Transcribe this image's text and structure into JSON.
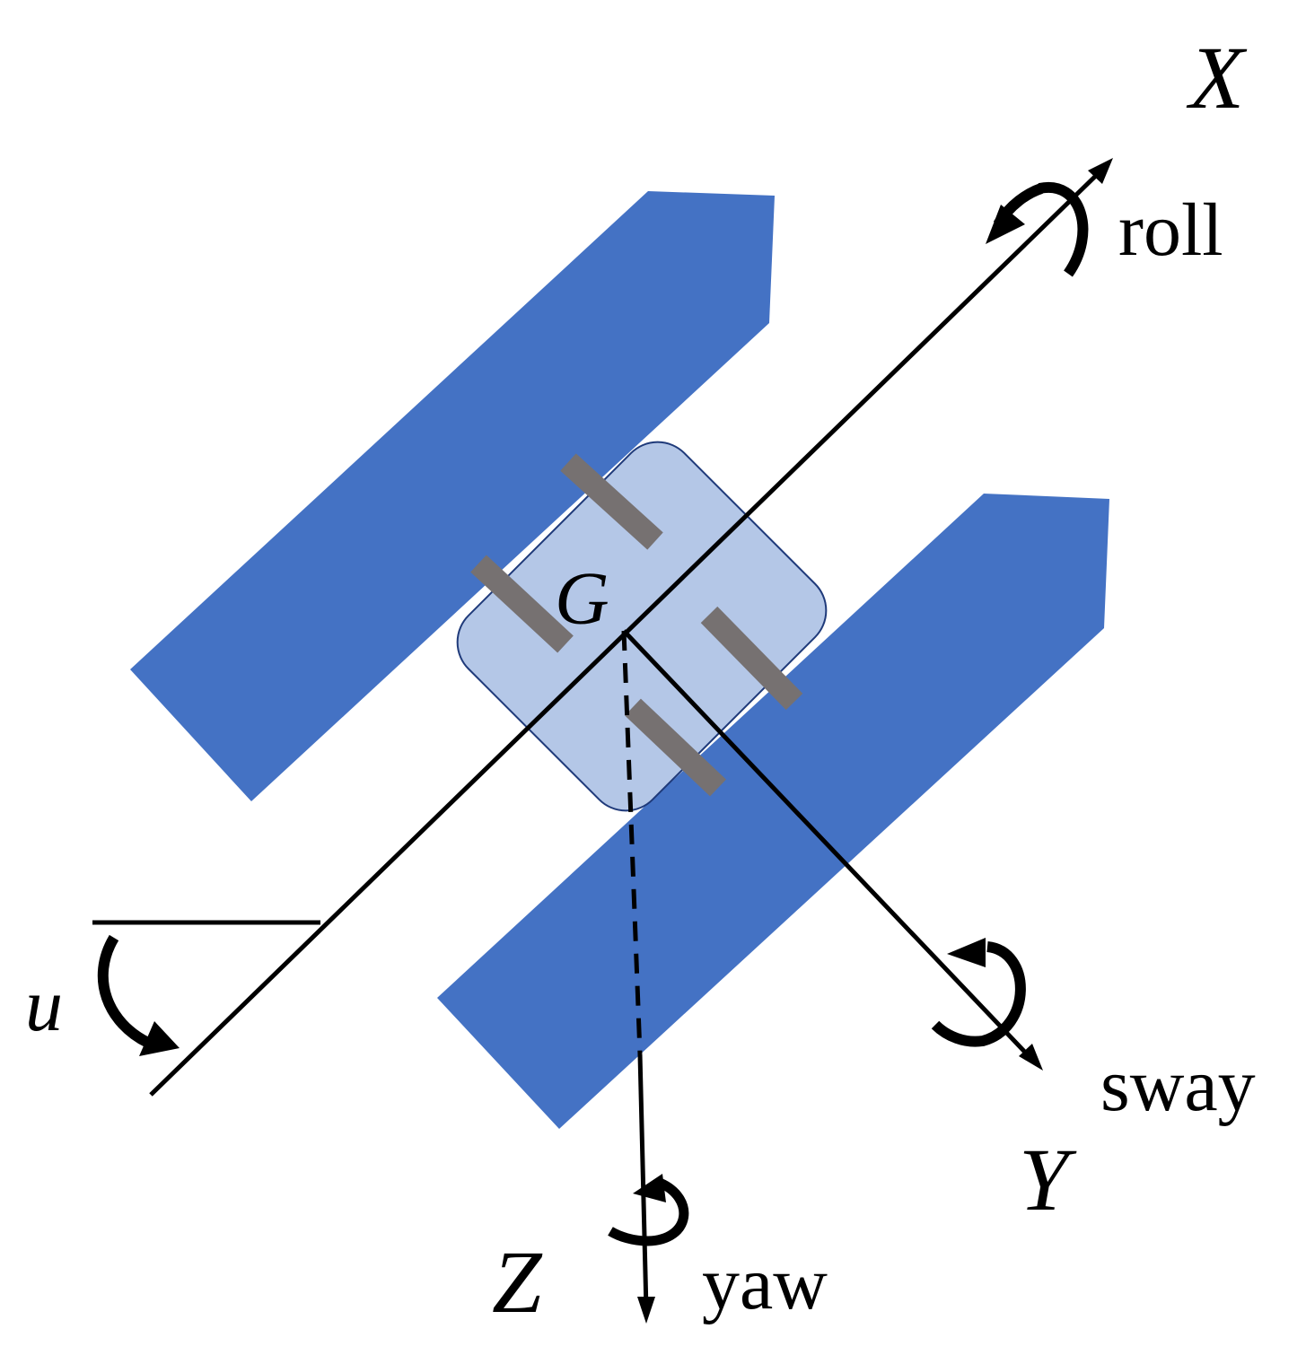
{
  "labels": {
    "x_axis": "X",
    "y_axis": "Y",
    "z_axis": "Z",
    "center": "G",
    "roll": "roll",
    "sway": "sway",
    "yaw": "yaw",
    "angle": "u"
  },
  "colors": {
    "hull": "#4472C4",
    "deck": "#B4C7E7",
    "deck_outline": "#1F3A7A",
    "thruster": "#767171",
    "axis": "#000000"
  }
}
